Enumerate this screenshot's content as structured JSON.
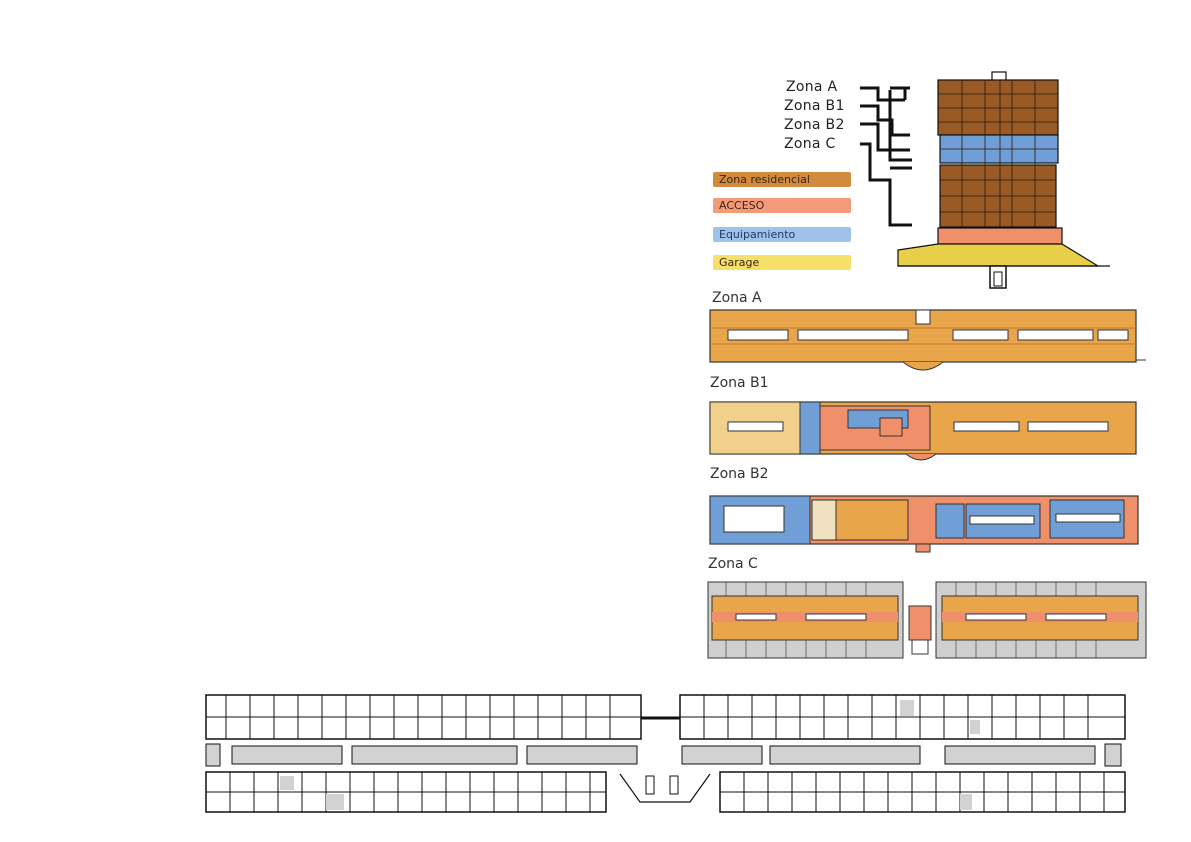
{
  "colors": {
    "residencial": "#c98a3a",
    "residencial_dark": "#8a4a1c",
    "acceso": "#f0906a",
    "equipamiento": "#6f9fd6",
    "garage": "#f3dc5a",
    "line": "#1a1a1a",
    "grey_fill": "#cfcfcf"
  },
  "section": {
    "zone_refs": [
      "Zona A",
      "Zona B1",
      "Zona B2",
      "Zona C"
    ]
  },
  "legend": [
    {
      "key": "residencial",
      "label": "Zona residencial"
    },
    {
      "key": "acceso",
      "label": "ACCESO"
    },
    {
      "key": "equipamiento",
      "label": "Equipamiento"
    },
    {
      "key": "garage",
      "label": "Garage"
    }
  ],
  "plans": [
    {
      "id": "zona-a",
      "label": "Zona A"
    },
    {
      "id": "zona-b1",
      "label": "Zona B1"
    },
    {
      "id": "zona-b2",
      "label": "Zona B2"
    },
    {
      "id": "zona-c",
      "label": "Zona C"
    }
  ]
}
